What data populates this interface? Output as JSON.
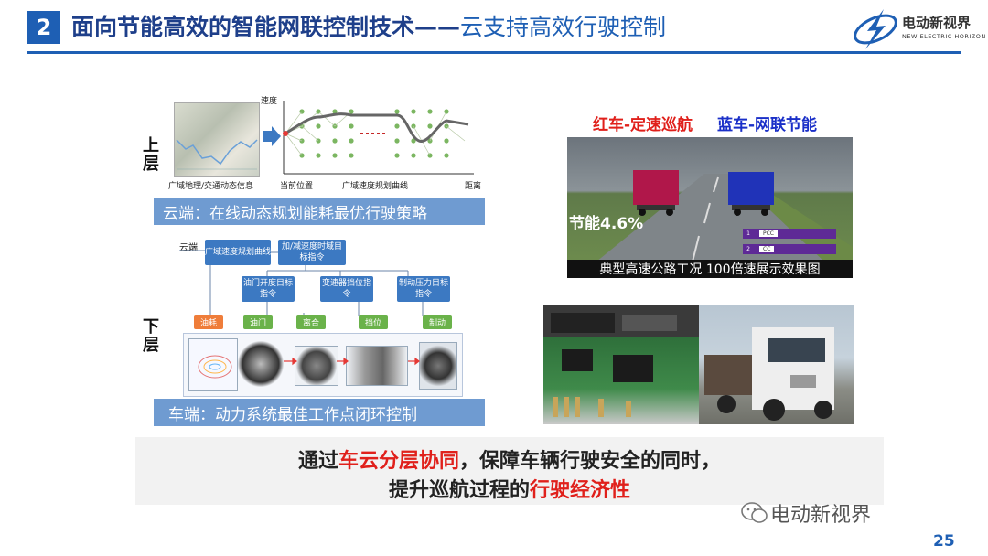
{
  "header": {
    "section_number": "2",
    "title_main": "面向节能高效的智能网联控制技术",
    "title_dash": "——",
    "title_sub": "云支持高效行驶控制",
    "logo_cn": "电动新视界",
    "logo_en": "NEW ELECTRIC HORIZON"
  },
  "upper": {
    "layer_label_1": "上",
    "layer_label_2": "层",
    "axis_y": "速度",
    "axis_x": "距离",
    "map_caption": "广域地理/交通动态信息",
    "current_pos": "当前位置",
    "curve_caption": "广域速度规划曲线",
    "banner": "云端：在线动态规划能耗最优行驶策略"
  },
  "lower": {
    "layer_label_1": "下",
    "layer_label_2": "层",
    "cloud_label": "云端",
    "box_speed_plan": "广域速度规划曲线",
    "box_accel": "加/减速度时域目标指令",
    "box_throttle": "油门开度目标指令",
    "box_gear": "变速器挡位指令",
    "box_brake": "制动压力目标指令",
    "btn_fuel": "油耗",
    "btn_throttle": "油门",
    "btn_clutch": "离合",
    "btn_gear": "挡位",
    "btn_brake": "制动",
    "banner": "车端：动力系统最佳工作点闭环控制"
  },
  "right": {
    "red_label": "红车-定速巡航",
    "blue_label": "蓝车-网联节能",
    "saving": "节能4.6%",
    "hud_1_id": "1",
    "hud_1_tag": "PCC",
    "hud_2_id": "2",
    "hud_2_tag": "CC",
    "video_caption": "典型高速公路工况 100倍速展示效果图"
  },
  "message": {
    "line1_a": "通过",
    "line1_red": "车云分层协同",
    "line1_b": "，保障车辆行驶安全的同时，",
    "line2_a": "提升巡航过程的",
    "line2_red": "行驶经济性"
  },
  "footer": {
    "watermark": "电动新视界",
    "page_number": "25"
  },
  "colors": {
    "brand_blue": "#1e5fb4",
    "highlight_red": "#e0201b",
    "flow_blue": "#3c79c2",
    "flow_green": "#6ab24a",
    "flow_orange": "#ef7d3a"
  }
}
